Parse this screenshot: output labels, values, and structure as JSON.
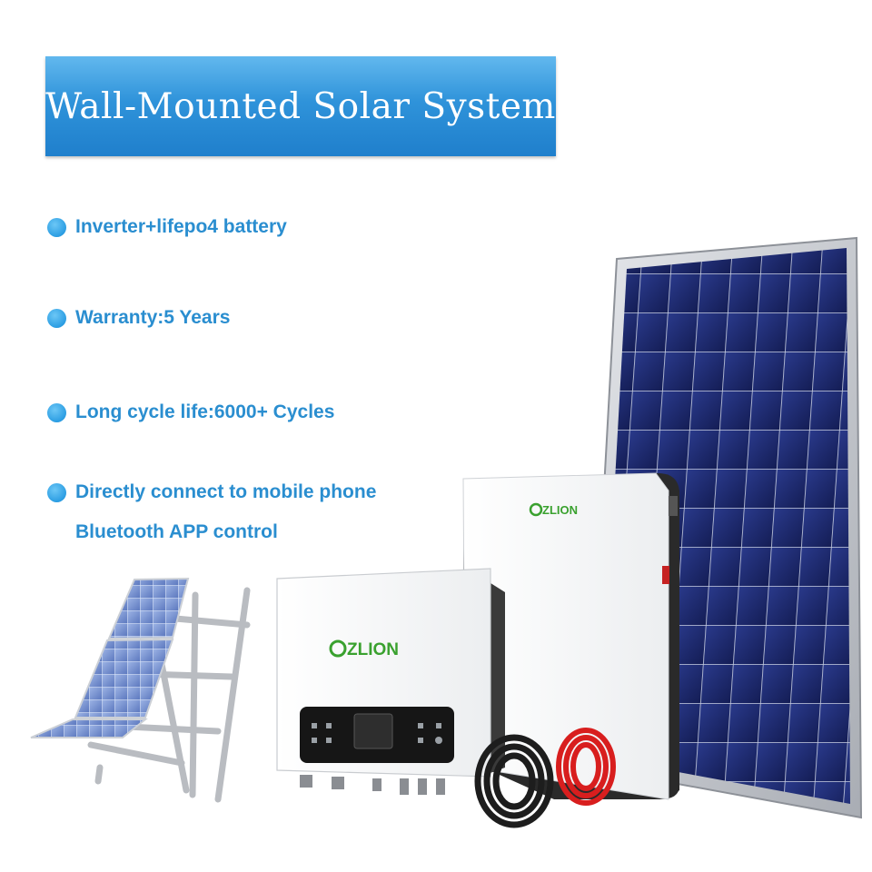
{
  "banner": {
    "title": "Wall-Mounted Solar System"
  },
  "features": [
    {
      "text": "Inverter+lifepo4 battery"
    },
    {
      "text": "Warranty:5 Years"
    },
    {
      "text": "Long cycle life:6000+ Cycles"
    },
    {
      "lines": [
        "Directly connect to mobile phone",
        "Bluetooth APP control"
      ]
    }
  ],
  "brand": {
    "logo_text": "ZLION",
    "logo_color": "#3aa12f"
  },
  "colors": {
    "accent": "#2a8ed0",
    "panel": "#1d2a6e",
    "cable_red": "#d81e1e"
  }
}
